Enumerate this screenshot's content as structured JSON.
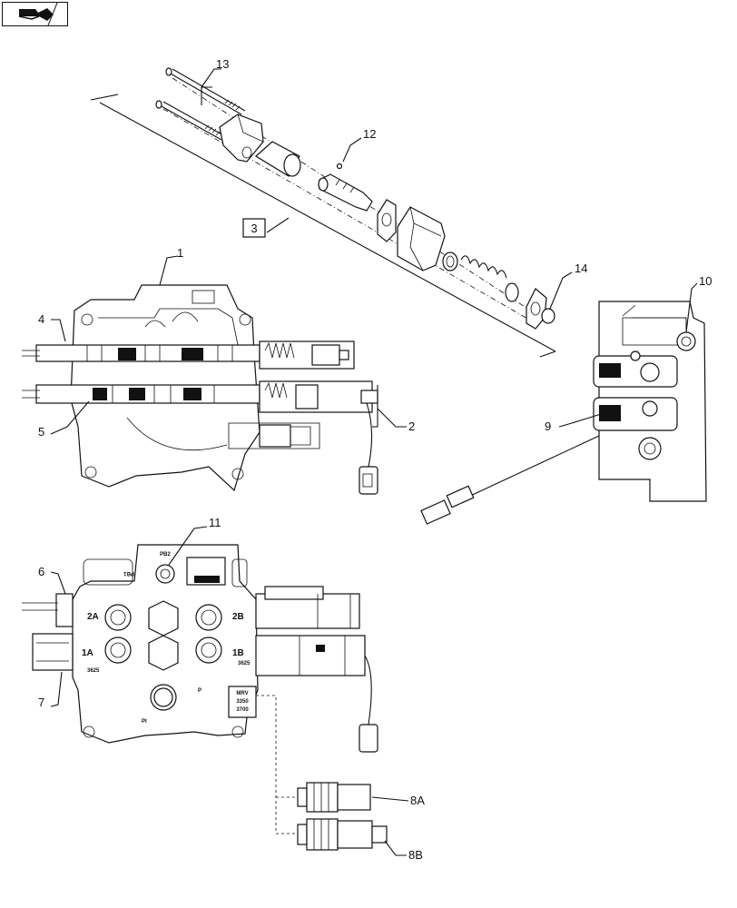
{
  "nav": {
    "icon": "page-forward-icon"
  },
  "callouts": {
    "c1": "1",
    "c2": "2",
    "c3": "3",
    "c4": "4",
    "c5": "5",
    "c6": "6",
    "c7": "7",
    "c8a": "8A",
    "c8b": "8B",
    "c9": "9",
    "c10": "10",
    "c11": "11",
    "c12": "12",
    "c13": "13",
    "c14": "14"
  },
  "valve_labels": {
    "pb2": "PB2",
    "pb1": "PB1",
    "port_2a": "2A",
    "port_2b": "2B",
    "port_1a": "1A",
    "port_1b": "1B",
    "pressure_1a": "3625",
    "pressure_1b": "3625",
    "port_p": "P",
    "port_pi": "PI",
    "mrv": "MRV",
    "mrv_p1": "3350",
    "mrv_p2": "3700"
  }
}
